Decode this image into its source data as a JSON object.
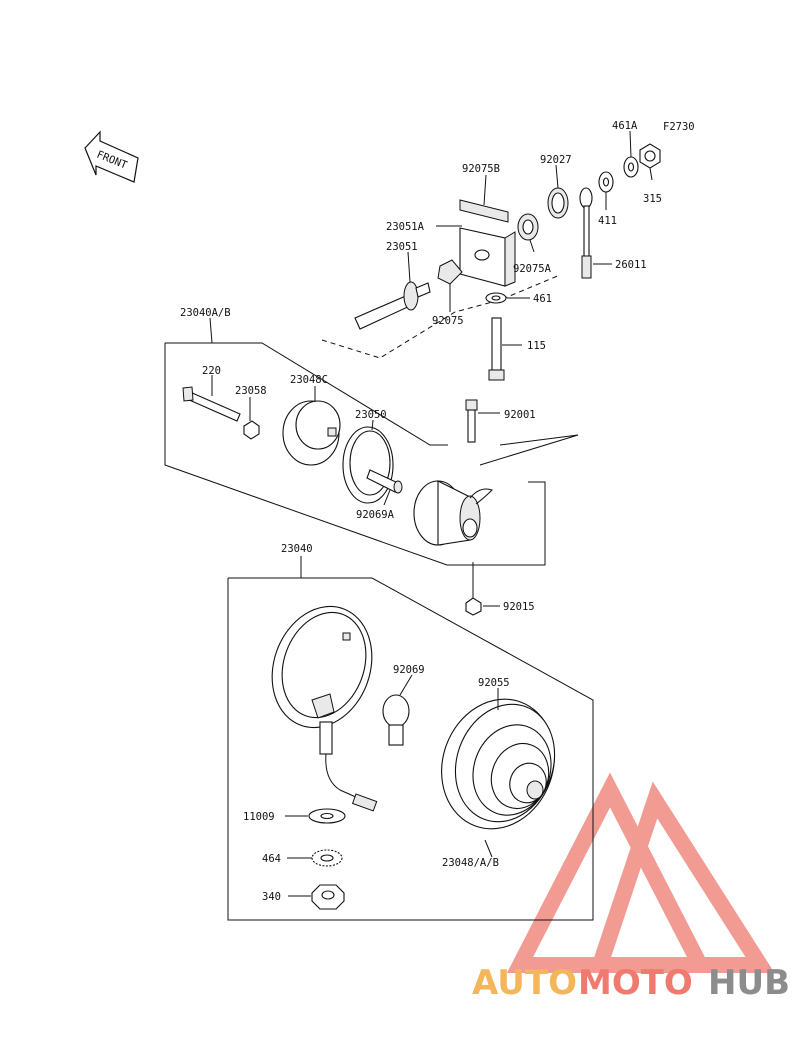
{
  "figure_code": "F2730",
  "front_label": "FRONT",
  "parts": {
    "p461A": "461A",
    "p315": "315",
    "p92027": "92027",
    "p92075B": "92075B",
    "p411": "411",
    "p23051A": "23051A",
    "p23051": "23051",
    "p92075A": "92075A",
    "p26011": "26011",
    "p461": "461",
    "p92075": "92075",
    "p23040AB": "23040A/B",
    "p115": "115",
    "p220": "220",
    "p23058": "23058",
    "p23048C": "23048C",
    "p23050": "23050",
    "p92001": "92001",
    "p92069A": "92069A",
    "p23040": "23040",
    "p92015": "92015",
    "p92069": "92069",
    "p92055": "92055",
    "p11009": "11009",
    "p464": "464",
    "p23048AB": "23048/A/B",
    "p340": "340"
  },
  "watermark": {
    "part1": "AUTO",
    "part2": "MOTO",
    "part3": "HUB",
    "color_orange": "#f5b55a",
    "color_red": "#ef7b70",
    "color_gray": "#8c8c8c"
  }
}
